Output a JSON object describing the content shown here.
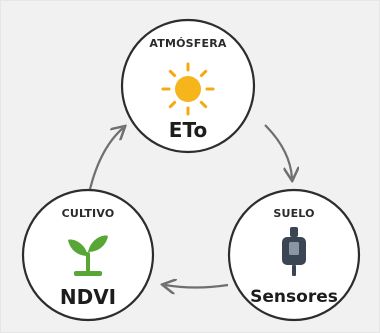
{
  "nodes": {
    "atmosphere": {
      "title": "ATMÓSFERA",
      "label": "ETo",
      "icon": "sun-icon"
    },
    "soil": {
      "title": "SUELO",
      "label": "Sensores",
      "icon": "soil-sensor-icon"
    },
    "crop": {
      "title": "CULTIVO",
      "label": "NDVI",
      "icon": "seedling-icon"
    }
  },
  "colors": {
    "circle_stroke": "#2d2d2d",
    "arrow": "#6f6f6f",
    "sun_core": "#f6b51a",
    "sun_rays": "#f4a90f",
    "sensor_body": "#3b4654",
    "sprout_green": "#58a635"
  }
}
